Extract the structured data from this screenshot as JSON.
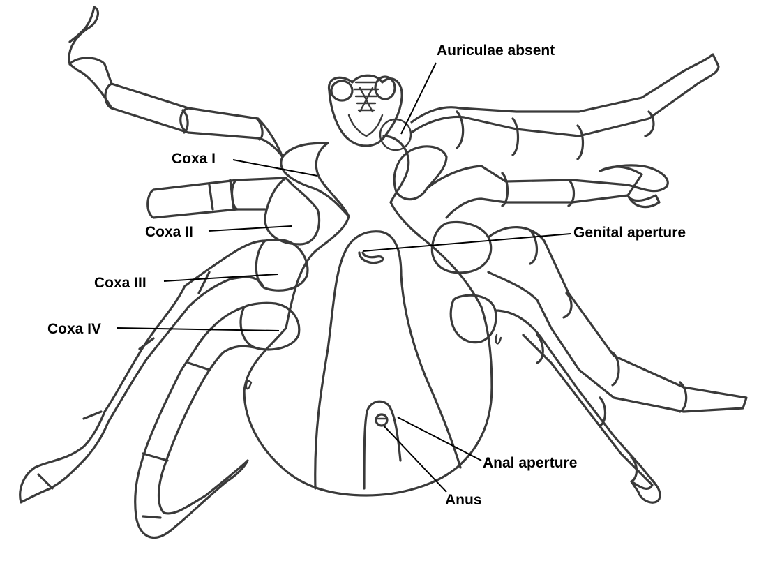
{
  "labels": {
    "auriculae": "Auriculae absent",
    "coxa1": "Coxa I",
    "coxa2": "Coxa II",
    "coxa3": "Coxa III",
    "coxa4": "Coxa IV",
    "genital": "Genital aperture",
    "anal_aperture": "Anal aperture",
    "anus": "Anus"
  },
  "colors": {
    "ink": "#3a3a3a",
    "label": "#000000",
    "background": "#ffffff"
  }
}
